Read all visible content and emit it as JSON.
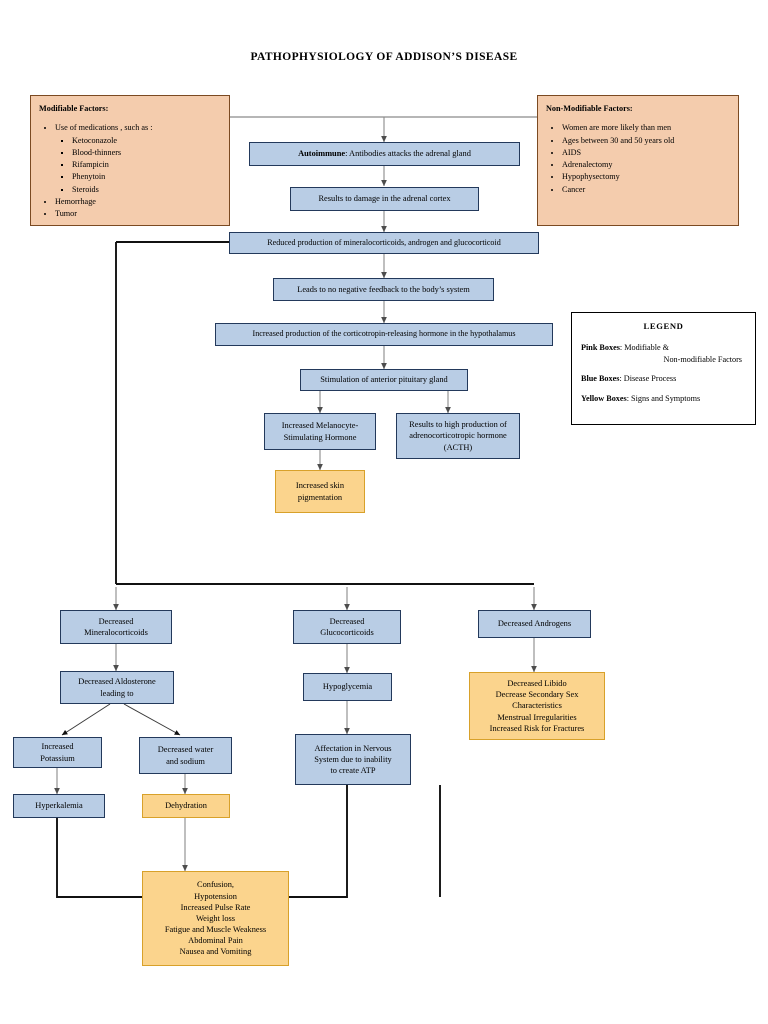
{
  "title": "PATHOPHYSIOLOGY OF ADDISON’S DISEASE",
  "colors": {
    "pink": "#F4CCAD",
    "blue": "#B9CDE5",
    "yellow": "#FBD48D",
    "connector_gray": "#808080",
    "connector_black": "#000000",
    "page_background": "#FFFFFF"
  },
  "factors": {
    "modifiable": {
      "heading": "Modifiable Factors",
      "heading_suffix": ":",
      "items": [
        {
          "label": "Use of medications , such as :",
          "sub": [
            "Ketoconazole",
            "Blood-thinners",
            "Rifampicin",
            "Phenytoin",
            "Steroids"
          ]
        },
        {
          "label": "Hemorrhage",
          "sub": []
        },
        {
          "label": "Tumor",
          "sub": []
        }
      ]
    },
    "non_modifiable": {
      "heading": "Non-Modifiable Factors",
      "heading_suffix": ":",
      "items": [
        {
          "label": "Women are more likely than men",
          "sub": []
        },
        {
          "label": "Ages between 30 and 50 years old",
          "sub": []
        },
        {
          "label": "AIDS",
          "sub": []
        },
        {
          "label": "Adrenalectomy",
          "sub": []
        },
        {
          "label": "Hypophysectomy",
          "sub": []
        },
        {
          "label": "Cancer",
          "sub": []
        }
      ]
    }
  },
  "nodes": {
    "autoimmune_lead": "Autoimmune",
    "autoimmune_rest": ": Antibodies attacks the adrenal gland",
    "adrenal_cortex_damage": "Results to damage in the adrenal cortex",
    "reduced_production": "Reduced production of mineralocorticoids, androgen and glucocorticoid",
    "no_negative_feedback": "Leads to no negative feedback to the body’s system",
    "increased_crh": "Increased production of the corticotropin-releasing hormone in the hypothalamus",
    "pituitary_stimulation": "Stimulation of anterior pituitary gland",
    "increased_msh": "Increased Melanocyte-Stimulating Hormone",
    "high_acth": "Results to high production of adrenocorticotropic hormone (ACTH)",
    "increased_skin_pigmentation": "Increased skin pigmentation",
    "decreased_mineralocorticoids": "Decreased Mineralocorticoids",
    "decreased_glucocorticoids": "Decreased Glucocorticoids",
    "decreased_androgens": "Decreased Androgens",
    "decreased_aldosterone": "Decreased Aldosterone leading to",
    "hypoglycemia": "Hypoglycemia",
    "androgen_symptoms": "Decreased Libido Decrease Secondary Sex Characteristics Menstrual Irregularities Increased Risk for Fractures",
    "increased_potassium": "Increased Potassium",
    "decreased_water_sodium": "Decreased water and sodium",
    "nervous_system_atp": "Affectation in Nervous System due to inability to create ATP",
    "hyperkalemia": "Hyperkalemia",
    "dehydration": "Dehydration",
    "general_symptoms": "Confusion, Hypotension Increased Pulse Rate Weight loss Fatigue and Muscle Weakness Abdominal Pain Nausea and Vomiting"
  },
  "node_lines": {
    "increased_msh": [
      "Increased Melanocyte-",
      "Stimulating Hormone"
    ],
    "high_acth": [
      "Results to high production of",
      "adrenocorticotropic hormone",
      "(ACTH)"
    ],
    "increased_skin_pigmentation": [
      "Increased skin",
      "pigmentation"
    ],
    "decreased_mineralocorticoids": [
      "Decreased",
      "Mineralocorticoids"
    ],
    "decreased_glucocorticoids": [
      "Decreased",
      "Glucocorticoids"
    ],
    "decreased_aldosterone": [
      "Decreased Aldosterone",
      "leading to"
    ],
    "increased_potassium": [
      "Increased",
      "Potassium"
    ],
    "decreased_water_sodium": [
      "Decreased water",
      "and sodium"
    ],
    "nervous_system_atp": [
      "Affectation in Nervous",
      "System due to inability",
      "to create ATP"
    ],
    "androgen_symptoms": [
      "Decreased Libido",
      "Decrease Secondary Sex",
      "Characteristics",
      "Menstrual Irregularities",
      "Increased Risk for Fractures"
    ],
    "general_symptoms": [
      "Confusion,",
      "Hypotension",
      "Increased Pulse Rate",
      "Weight loss",
      "Fatigue and Muscle Weakness",
      "Abdominal Pain",
      "Nausea and Vomiting"
    ]
  },
  "legend": {
    "title": "LEGEND",
    "rows": [
      {
        "key": "Pink Boxes",
        "sep": ": ",
        "value": "Modifiable &",
        "value2": "Non-modifiable Factors"
      },
      {
        "key": "Blue Boxes",
        "sep": ": ",
        "value": "Disease Process",
        "value2": ""
      },
      {
        "key": "Yellow Boxes",
        "sep": ": ",
        "value": "Signs and Symptoms",
        "value2": ""
      }
    ]
  }
}
